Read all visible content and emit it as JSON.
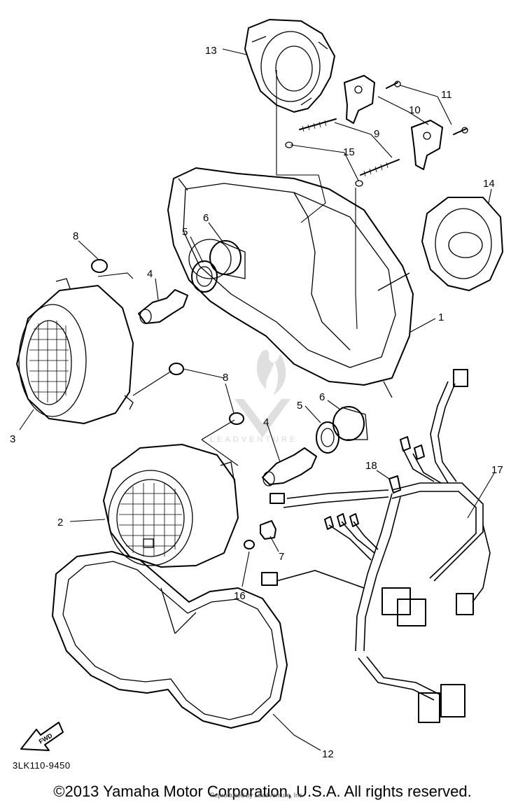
{
  "diagram": {
    "callouts": [
      {
        "id": "c13",
        "label": "13"
      },
      {
        "id": "c11",
        "label": "11"
      },
      {
        "id": "c10",
        "label": "10"
      },
      {
        "id": "c9",
        "label": "9"
      },
      {
        "id": "c15",
        "label": "15"
      },
      {
        "id": "c14",
        "label": "14"
      },
      {
        "id": "c8a",
        "label": "8"
      },
      {
        "id": "c4a",
        "label": "4"
      },
      {
        "id": "c5a",
        "label": "5"
      },
      {
        "id": "c6a",
        "label": "6"
      },
      {
        "id": "c1",
        "label": "1"
      },
      {
        "id": "c3",
        "label": "3"
      },
      {
        "id": "c8b",
        "label": "8"
      },
      {
        "id": "c6b",
        "label": "6"
      },
      {
        "id": "c5b",
        "label": "5"
      },
      {
        "id": "c4b",
        "label": "4"
      },
      {
        "id": "c18",
        "label": "18"
      },
      {
        "id": "c17",
        "label": "17"
      },
      {
        "id": "c2",
        "label": "2"
      },
      {
        "id": "c7",
        "label": "7"
      },
      {
        "id": "c16",
        "label": "16"
      },
      {
        "id": "c12",
        "label": "12"
      }
    ],
    "front_marker": "FWD",
    "diagram_code": "3LK110-9450",
    "copyright": "©2013 Yamaha Motor Corporation, U.S.A. All rights reserved.",
    "watermark_credit": "Reproduced by LeadVenture, Inc.",
    "watermark_brand": "LEADVENTURE"
  }
}
